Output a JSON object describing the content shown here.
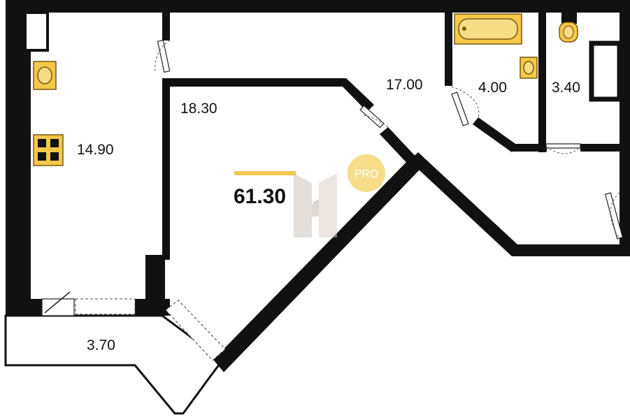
{
  "plan": {
    "total_area": "61.30",
    "badge_text": "PRO",
    "rooms": [
      {
        "id": "kitchen",
        "area": "14.90"
      },
      {
        "id": "living",
        "area": "18.30"
      },
      {
        "id": "hall",
        "area": "17.00"
      },
      {
        "id": "bathroom",
        "area": "4.00"
      },
      {
        "id": "toilet",
        "area": "3.40"
      },
      {
        "id": "balcony",
        "area": "3.70"
      }
    ]
  },
  "colors": {
    "walls": "#111111",
    "fixtures": "#f5c84a",
    "accent_bar": "#f2c94c",
    "badge": "#f7dd8a",
    "watermark": "#c9bfb6"
  },
  "icons": {
    "bathtub": "bathtub-icon",
    "sink": "sink-icon",
    "toilet": "toilet-icon",
    "stove": "stove-icon",
    "watermark": "h-logo-watermark"
  }
}
